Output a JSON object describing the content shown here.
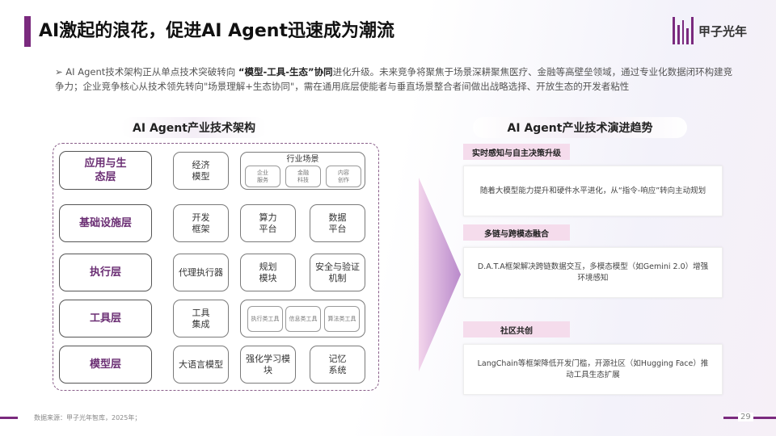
{
  "title": "AI激起的浪花，促进AI Agent迅速成为潮流",
  "logo": {
    "name": "甲子光年"
  },
  "bullet": {
    "pre": "AI Agent技术架构正从单点技术突破转向 ",
    "bold": "“模型-工具-生态”协同",
    "post": "进化升级。未来竞争将聚焦于场景深耕聚焦医疗、金融等高壁垒领域，通过专业化数据闭环构建竞争力；企业竞争核心从技术领先转向\"场景理解+生态协同\"，需在通用底层使能者与垂直场景整合者间做出战略选择、开放生态的开发者粘性"
  },
  "left": {
    "header": "AI Agent产业技术架构",
    "layers": [
      "应用与生态层",
      "基础设施层",
      "执行层",
      "工具层",
      "模型层"
    ],
    "app": {
      "econ": "经济模型",
      "industry": "行业场景",
      "subs": [
        "企业服务",
        "金融科技",
        "内容创作"
      ]
    },
    "infra": [
      "开发框架",
      "算力平台",
      "数据平台"
    ],
    "exec": [
      "代理执行器",
      "规划模块",
      "安全与验证机制"
    ],
    "tools": {
      "integ": "工具集成",
      "subs": [
        "执行类工具",
        "信息类工具",
        "算法类工具"
      ]
    },
    "model": [
      "大语言模型",
      "强化学习模块",
      "记忆系统"
    ]
  },
  "right": {
    "header": "AI Agent产业技术演进趋势",
    "items": [
      {
        "tag": "实时感知与自主决策升级",
        "text": "随着大模型能力提升和硬件水平进化，从“指令-响应”转向主动规划"
      },
      {
        "tag": "多链与跨模态融合",
        "text": "D.A.T.A框架解决跨链数据交互，多模态模型（如Gemini 2.0）增强环境感知"
      },
      {
        "tag": "社区共创",
        "text": "LangChain等框架降低开发门槛，开源社区（如Hugging Face）推动工具生态扩展"
      }
    ]
  },
  "footer": {
    "source": "数据来源：甲子光年智库，2025年；",
    "page": "29"
  }
}
